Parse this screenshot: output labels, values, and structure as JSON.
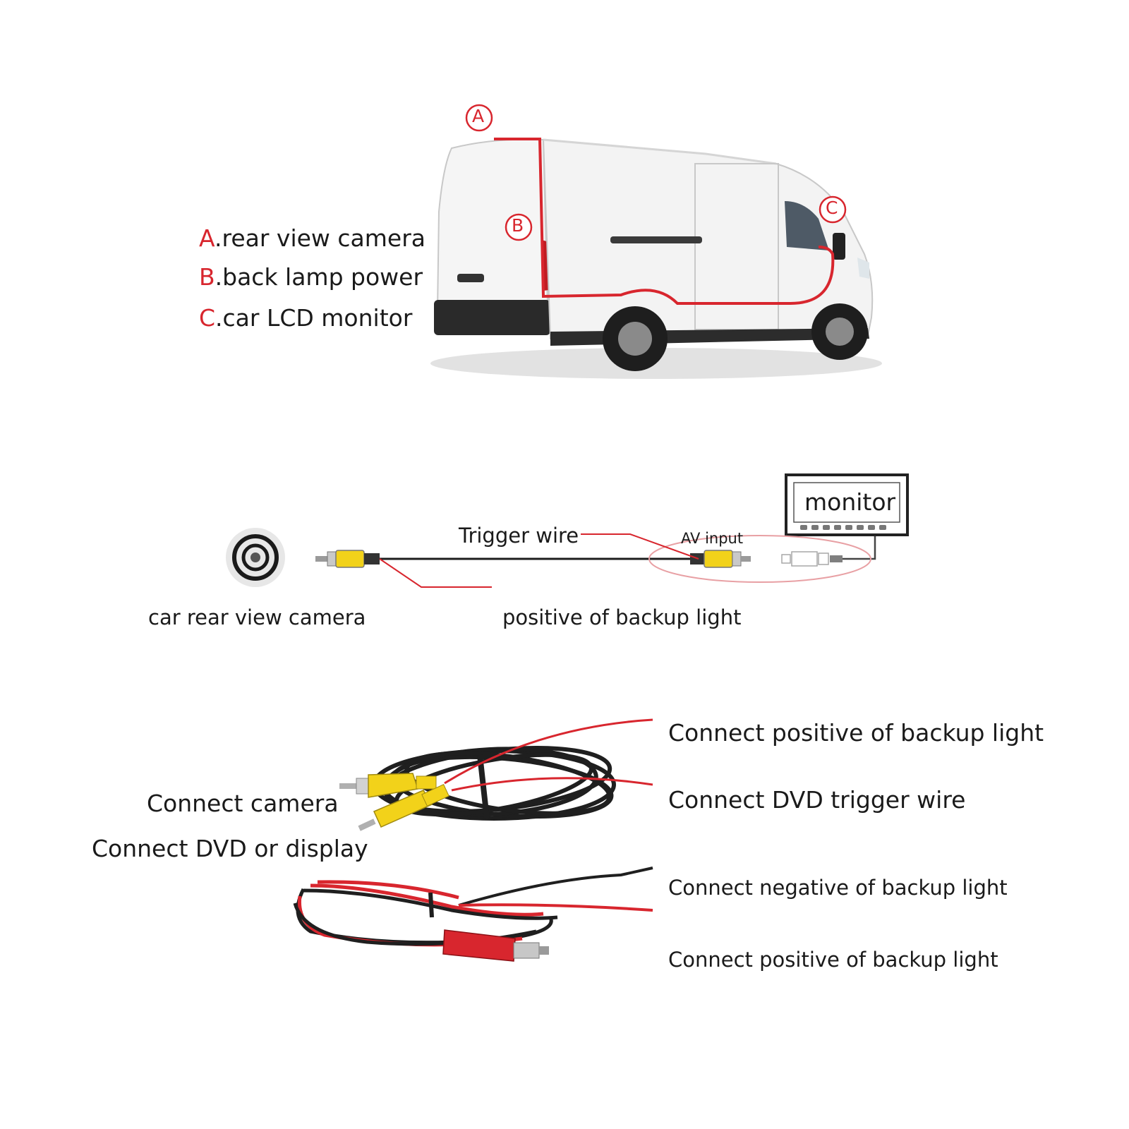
{
  "van": {
    "markers": {
      "a": "A",
      "b": "B",
      "c": "C"
    },
    "legend": [
      {
        "letter": "A",
        "text": ".rear view camera"
      },
      {
        "letter": "B",
        "text": ".back lamp power"
      },
      {
        "letter": "C",
        "text": ".car LCD monitor"
      }
    ]
  },
  "wiring": {
    "monitor_label": "monitor",
    "trigger_wire": "Trigger wire",
    "av_input": "AV input",
    "camera_label": "car rear view camera",
    "backup_positive": "positive of backup light"
  },
  "cables": {
    "connect_positive_top": "Connect positive of backup light",
    "connect_camera": "Connect camera",
    "connect_dvd_trigger": "Connect DVD trigger wire",
    "connect_dvd_display": "Connect DVD or display",
    "connect_negative": "Connect negative of backup light",
    "connect_positive_bottom": "Connect positive of backup light"
  },
  "colors": {
    "accent_red": "#d8262e",
    "rca_yellow": "#f2d21a",
    "cable_black": "#1c1c1c",
    "van_white": "#f4f4f4"
  }
}
